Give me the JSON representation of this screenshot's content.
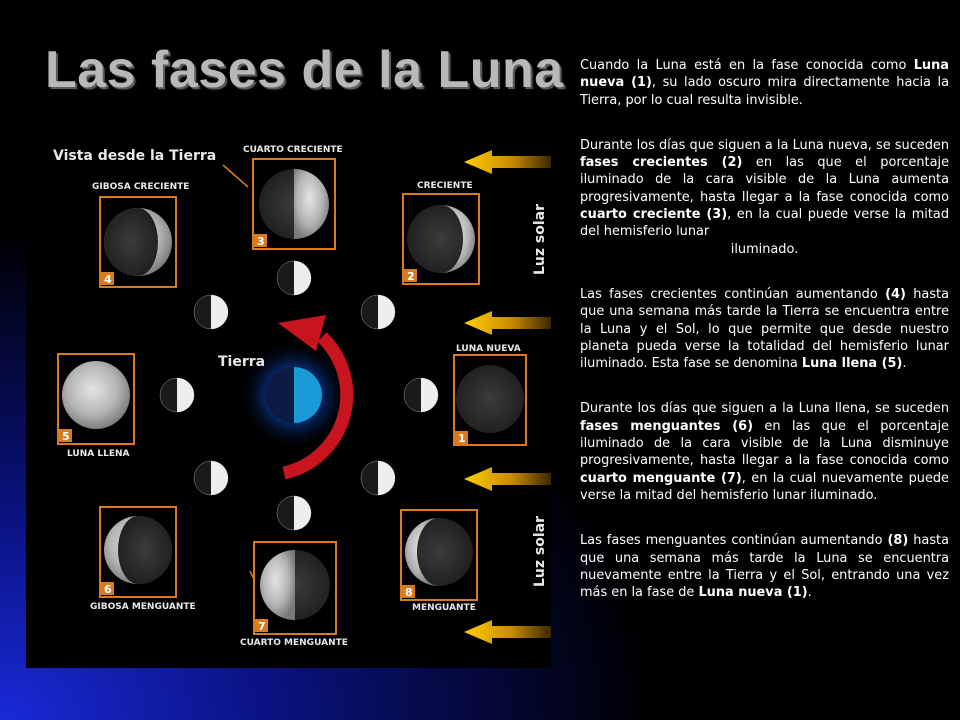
{
  "title": "Las fases de la Luna",
  "diagram": {
    "view_label": "Vista desde la Tierra",
    "earth_label": "Tierra",
    "sun_label_top": "Luz solar",
    "sun_label_bottom": "Luz solar",
    "phases": [
      {
        "number": "1",
        "label": "LUNA NUEVA"
      },
      {
        "number": "2",
        "label": "CRECIENTE"
      },
      {
        "number": "3",
        "label": "CUARTO CRECIENTE"
      },
      {
        "number": "4",
        "label": "GIBOSA CRECIENTE"
      },
      {
        "number": "5",
        "label": "LUNA LLENA"
      },
      {
        "number": "6",
        "label": "GIBOSA MENGUANTE"
      },
      {
        "number": "7",
        "label": "CUARTO MENGUANTE"
      },
      {
        "number": "8",
        "label": "MENGUANTE"
      }
    ],
    "colors": {
      "frame": "#d97a1f",
      "arrow": "#f0b400",
      "earth": "#1a9ad6",
      "orbit_arrow": "#c8141e"
    }
  },
  "paragraphs": [
    [
      {
        "t": "Cuando la Luna está en la fase conocida como "
      },
      {
        "t": "Luna nueva (1)",
        "b": true
      },
      {
        "t": ", su lado oscuro mira directamente hacia la Tierra, por lo cual resulta invisible."
      }
    ],
    [
      {
        "t": "Durante los días que siguen a la Luna nueva, se suceden "
      },
      {
        "t": "fases crecientes (2)",
        "b": true
      },
      {
        "t": " en las que el porcentaje iluminado de la cara visible de la Luna aumenta progresivamente, hasta llegar a la fase conocida como "
      },
      {
        "t": "cuarto creciente (3)",
        "b": true
      },
      {
        "t": ", en la cual puede verse la mitad del hemisferio lunar"
      },
      {
        "t": "iluminado.",
        "c": true
      }
    ],
    [
      {
        "t": "Las fases crecientes continúan aumentando "
      },
      {
        "t": "(4)",
        "b": true
      },
      {
        "t": " hasta que una semana más tarde la Tierra se encuentra entre la Luna y el Sol, lo que permite que desde nuestro planeta pueda verse la totalidad del hemisferio lunar iluminado. Esta fase se denomina "
      },
      {
        "t": "Luna llena (5)",
        "b": true
      },
      {
        "t": "."
      }
    ],
    [
      {
        "t": "Durante los días que siguen a la Luna llena, se suceden "
      },
      {
        "t": "fases menguantes (6)",
        "b": true
      },
      {
        "t": " en las que el porcentaje iluminado de la cara visible de la Luna disminuye progresivamente, hasta llegar a la fase conocida como "
      },
      {
        "t": "cuarto menguante (7)",
        "b": true
      },
      {
        "t": ", en la cual nuevamente puede verse la mitad del hemisferio lunar iluminado."
      }
    ],
    [
      {
        "t": "Las fases menguantes continúan aumentando "
      },
      {
        "t": "(8)",
        "b": true
      },
      {
        "t": " hasta que una semana más tarde la Luna se encuentra nuevamente entre la Tierra y el Sol, entrando una vez más en la fase de "
      },
      {
        "t": "Luna nueva (1)",
        "b": true
      },
      {
        "t": "."
      }
    ]
  ]
}
